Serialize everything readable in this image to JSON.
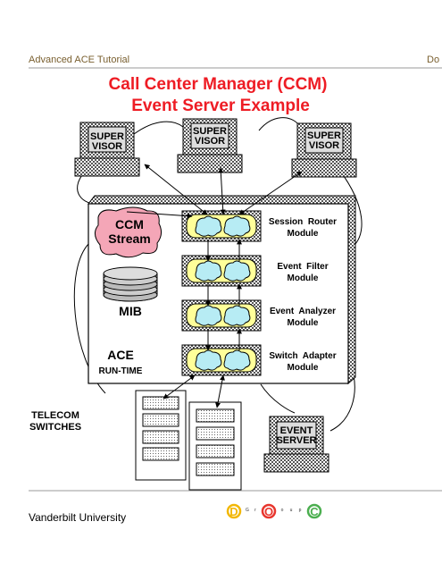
{
  "header": {
    "left": "Advanced ACE Tutorial",
    "right": "Do"
  },
  "title": {
    "line1": "Call Center Manager (CCM)",
    "line2": "Event Server Example"
  },
  "supervisors": [
    {
      "line1": "SUPER",
      "line2": "VISOR"
    },
    {
      "line1": "SUPER",
      "line2": "VISOR"
    },
    {
      "line1": "SUPER",
      "line2": "VISOR"
    }
  ],
  "ccm_stream": {
    "line1": "CCM",
    "line2": "Stream"
  },
  "mib_label": "MIB",
  "ace": {
    "line1": "ACE",
    "line2": "RUN-TIME"
  },
  "modules": [
    {
      "line1": "Session  Router",
      "line2": "Module"
    },
    {
      "line1": "Event  Filter",
      "line2": "Module"
    },
    {
      "line1": "Event  Analyzer",
      "line2": "Module"
    },
    {
      "line1": "Switch  Adapter",
      "line2": "Module"
    }
  ],
  "telecom": {
    "line1": "TELECOM",
    "line2": "SWITCHES"
  },
  "event_server": {
    "line1": "EVENT",
    "line2": "SERVER"
  },
  "footer": {
    "left": "Vanderbilt University",
    "logo_letters": [
      "D",
      "O",
      "C"
    ],
    "logo_small": [
      "G",
      "r",
      "o",
      "u",
      "p"
    ]
  },
  "colors": {
    "title": "#ee1c24",
    "header_text": "#7a6030",
    "rule": "#999999",
    "ccm_fill": "#f4a6b7",
    "cloud_fill": "#b7ecf4",
    "module_fill": "#ffff99",
    "logo_d": "#f2b705",
    "logo_o": "#e8362e",
    "logo_c": "#4caf50"
  }
}
